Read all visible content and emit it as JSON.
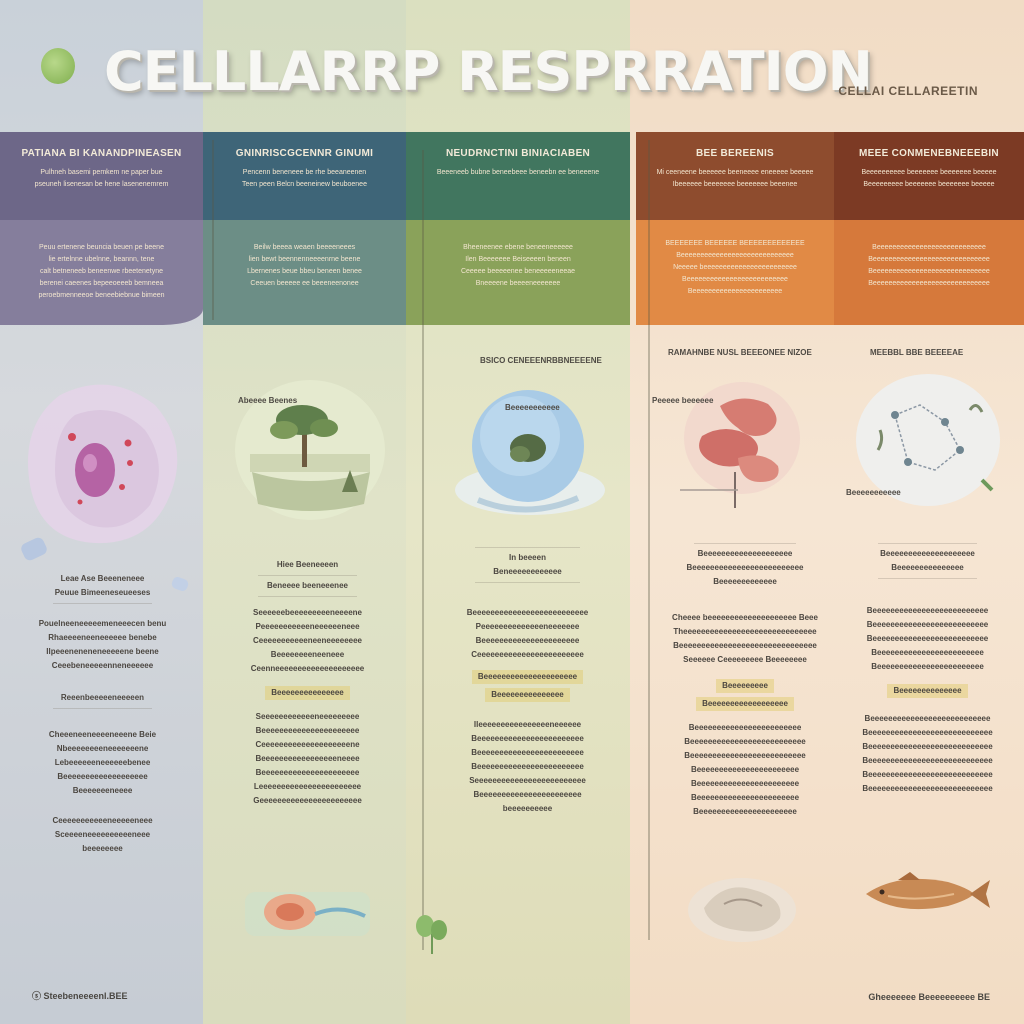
{
  "title": {
    "main": "CELLLARRP RESPRRATION",
    "sub": "CELLAI CELLAREETIN"
  },
  "columns": [
    {
      "band_title": "PATIANA BI KANANDPINEASEN",
      "band_lines": [
        "Pulhneh basemi pemkem ne paper bue",
        "pseuneh lisenesan be hene lasenenemrem"
      ],
      "mid_lines": [
        "Peuu ertenene beuncia beuen pe beene",
        "lie ertelnne ubelnne, beannn, tene",
        "calt betneneeb beneenwe rbeetenetyne",
        "berenei caeenes bepeeoeeeb bemneea",
        "peroebmenneeoe beneebiebnue bimeen"
      ],
      "caption_top": "Leae Ase Beeeneneee",
      "caption_sub": "Peuue Bimeeneseueeses",
      "block1": [
        "Pouelneeneeeeemeneeecen benu",
        "Rhaeeeeneeneeeeee benebe",
        "Ilpeeeneneneneeeeene beene",
        "Ceeebeneeeeenneneeeeee"
      ],
      "hl1": "Reeenbeeeeeneeeeen",
      "block2": [
        "Cheeeneeneeeeneeene Beie",
        "Nbeeeeeeeeneeeeeeene",
        "Lebeeeeeeneeeeeebenee",
        "Beeeeeeeeeeeeeeeeeee",
        "Beeeeeeeneeee"
      ],
      "block3": [
        "Ceeeeeeeeeeeneeeeeneee",
        "Sceeeeneeeeeeeeeeneee",
        "beeeeeeee"
      ]
    },
    {
      "band_title": "GNINRISCGCENNR GINUMI",
      "band_lines": [
        "Pencenn beneneee be rhe beeaneenen",
        "Teen peen Belcn beeneinew beuboenee"
      ],
      "mid_lines": [
        "Beilw beeea weaen beeeeneees",
        "lien bewt beennenneeeenrne beene",
        "Lbernenes beue bbeu beneen benee",
        "Ceeuen beeeee ee beeeneenonee"
      ],
      "caption_top": "Abeeee Beenes",
      "caption_mid": "Hiee Beeneeeen",
      "caption_sub": "Beneeee beeneeenee",
      "block1": [
        "Seeeeeebeeeeeeeeeneeeene",
        "Peeeeeeeeeeeneeeeeeneee",
        "Ceeeeeeeeeeeneeneeeeeeee",
        "Beeeeeeeeneeneee",
        "Ceenneeeeeeeeeeeeeeeeeeee"
      ],
      "hl1": "Beeeeeeeeeeeeeee",
      "block2": [
        "Seeeeeeeeeeeeneeeeeeeee",
        "Beeeeeeeeeeeeeeeeeeeeee",
        "Ceeeeeeeeeeeeeeeeeeeene",
        "Beeeeeeeeeeeeeeeeeneeee",
        "Beeeeeeeeeeeeeeeeeeeeee",
        "Leeeeeeeeeeeeeeeeeeeeeee",
        "Geeeeeeeeeeeeeeeeeeeeeee"
      ]
    },
    {
      "band_title": "NEUDRNCTINI BINIACIABEN",
      "band_lines": [
        "Beeeneeb bubne beneebeee beneebn ee beneeene"
      ],
      "mid_lines": [
        "Bheeneenee ebene beneeneeeeee",
        "Ilen Beeeeeee Beiseeeen beneen",
        "Ceeeee beeeeenee beneeeeeneeae",
        "Bneeeene beeeeneeeeeee"
      ],
      "caption_top": "BSICO CENEEENRBBNEEEENE",
      "caption_bubble": "Beeeeeeeeeee",
      "caption_mid": "In beeeen",
      "caption_sub": "Beneeeeeeeeeeee",
      "block1": [
        "Beeeeeeeeeeeeeeeeeeeeeeeeee",
        "Peeeeeeeeeeeeeeneeeeeee",
        "Beeeeeeeeeeeeeeeeeeeeee",
        "Ceeeeeeeeeeeeeeeeeeeeeeee"
      ],
      "hl1": "Beeeeeeeeeeeeeeeeeeeee",
      "hl2": "Beeeeeeeeeeeeeee",
      "block2": [
        "Ileeeeeeeeeeeeeeeeneeeeee",
        "Beeeeeeeeeeeeeeeeeeeeeeee",
        "Beeeeeeeeeeeeeeeeeeeeeeee",
        "Beeeeeeeeeeeeeeeeeeeeeeee",
        "Seeeeeeeeeeeeeeeeeeeeeeeee",
        "Beeeeeeeeeeeeeeeeeeeeeee",
        "beeeeeeeeee"
      ]
    },
    {
      "band_title": "BEE BEREENIS",
      "band_lines": [
        "Mi ceeneene beeeeee beeneeee eneeeee beeeee",
        "Ibeeeeee beeeeeee beeeeeee beeenee"
      ],
      "mid_lines": [
        "BEEEEEEE BEEEEEE BEEEEEEEEEEEEE",
        "Beeeeeeeeeeeeeeeeeeeeeeeeeeeee",
        "Neeeee beeeeeeeeeeeeeeeeeeeeeeee",
        "Beeeeeeeeeeeeeeeeeeeeeeeeee",
        "Beeeeeeeeeeeeeeeeeeeeeee"
      ],
      "caption_top": "RAMAHNBE NUSL BEEEONEE NIZOE",
      "caption_side": "Peeeee beeeeee",
      "block1": [
        "Beeeeeeeeeeeeeeeeeeee",
        "Beeeeeeeeeeeeeeeeeeeeeeeee",
        "Beeeeeeeeeeeee"
      ],
      "block2": [
        "Cheeee beeeeeeeeeeeeeeeeeeee Beee",
        "Theeeeeeeeeeeeeeeeeeeeeeeeeeeeee",
        "Beeeeeeeeeeeeeeeeeeeeeeeeeeeeeee",
        "Seeeeee Ceeeeeeeee Beeeeeeee"
      ],
      "hl1": "Beeeeeeeee",
      "hl2": "Beeeeeeeeeeeeeeeeee",
      "block3": [
        "Beeeeeeeeeeeeeeeeeeeeeeee",
        "Beeeeeeeeeeeeeeeeeeeeeeeeee",
        "Beeeeeeeeeeeeeeeeeeeeeeeeee",
        "Beeeeeeeeeeeeeeeeeeeeeee",
        "Beeeeeeeeeeeeeeeeeeeeeee",
        "Beeeeeeeeeeeeeeeeeeeeeee",
        "Beeeeeeeeeeeeeeeeeeeeee"
      ]
    },
    {
      "band_title": "MEEE CONMENEBNEEEBIN",
      "band_lines": [
        "Beeeeeeeeee beeeeeee beeeeeee beeeee",
        "Beeeeeeeee beeeeeee beeeeeee beeeee"
      ],
      "mid_lines": [
        "Beeeeeeeeeeeeeeeeeeeeeeeeeeee",
        "Beeeeeeeeeeeeeeeeeeeeeeeeeeeeee",
        "Beeeeeeeeeeeeeeeeeeeeeeeeeeeeee",
        "Beeeeeeeeeeeeeeeeeeeeeeeeeeeeee"
      ],
      "caption_top": "MEEBBL BBE BEEEEAE",
      "caption_side": "Beeeeeeeeeee",
      "block1": [
        "Beeeeeeeeeeeeeeeeeeee",
        "Beeeeeeeeeeeeeee"
      ],
      "block2": [
        "Beeeeeeeeeeeeeeeeeeeeeeeeee",
        "Beeeeeeeeeeeeeeeeeeeeeeeeee",
        "Beeeeeeeeeeeeeeeeeeeeeeeeee",
        "Beeeeeeeeeeeeeeeeeeeeeeee",
        "Beeeeeeeeeeeeeeeeeeeeeeee"
      ],
      "hl1": "Beeeeeeeeeeeeee",
      "block3": [
        "Beeeeeeeeeeeeeeeeeeeeeeeeeee",
        "Beeeeeeeeeeeeeeeeeeeeeeeeeeee",
        "Beeeeeeeeeeeeeeeeeeeeeeeeeeee",
        "Beeeeeeeeeeeeeeeeeeeeeeeeeeee",
        "Beeeeeeeeeeeeeeeeeeeeeeeeeeee",
        "Beeeeeeeeeeeeeeeeeeeeeeeeeeee"
      ]
    }
  ],
  "footer": {
    "left": "Steebeneeeenl.BEE",
    "right": "Gheeeeeee Beeeeeeeeee BE"
  },
  "colors": {
    "band_purple": "#6d6788",
    "band_teal": "#3e6578",
    "band_green": "#41765f",
    "band_rust": "#8e4c2e",
    "band_orange": "#e18a45"
  }
}
